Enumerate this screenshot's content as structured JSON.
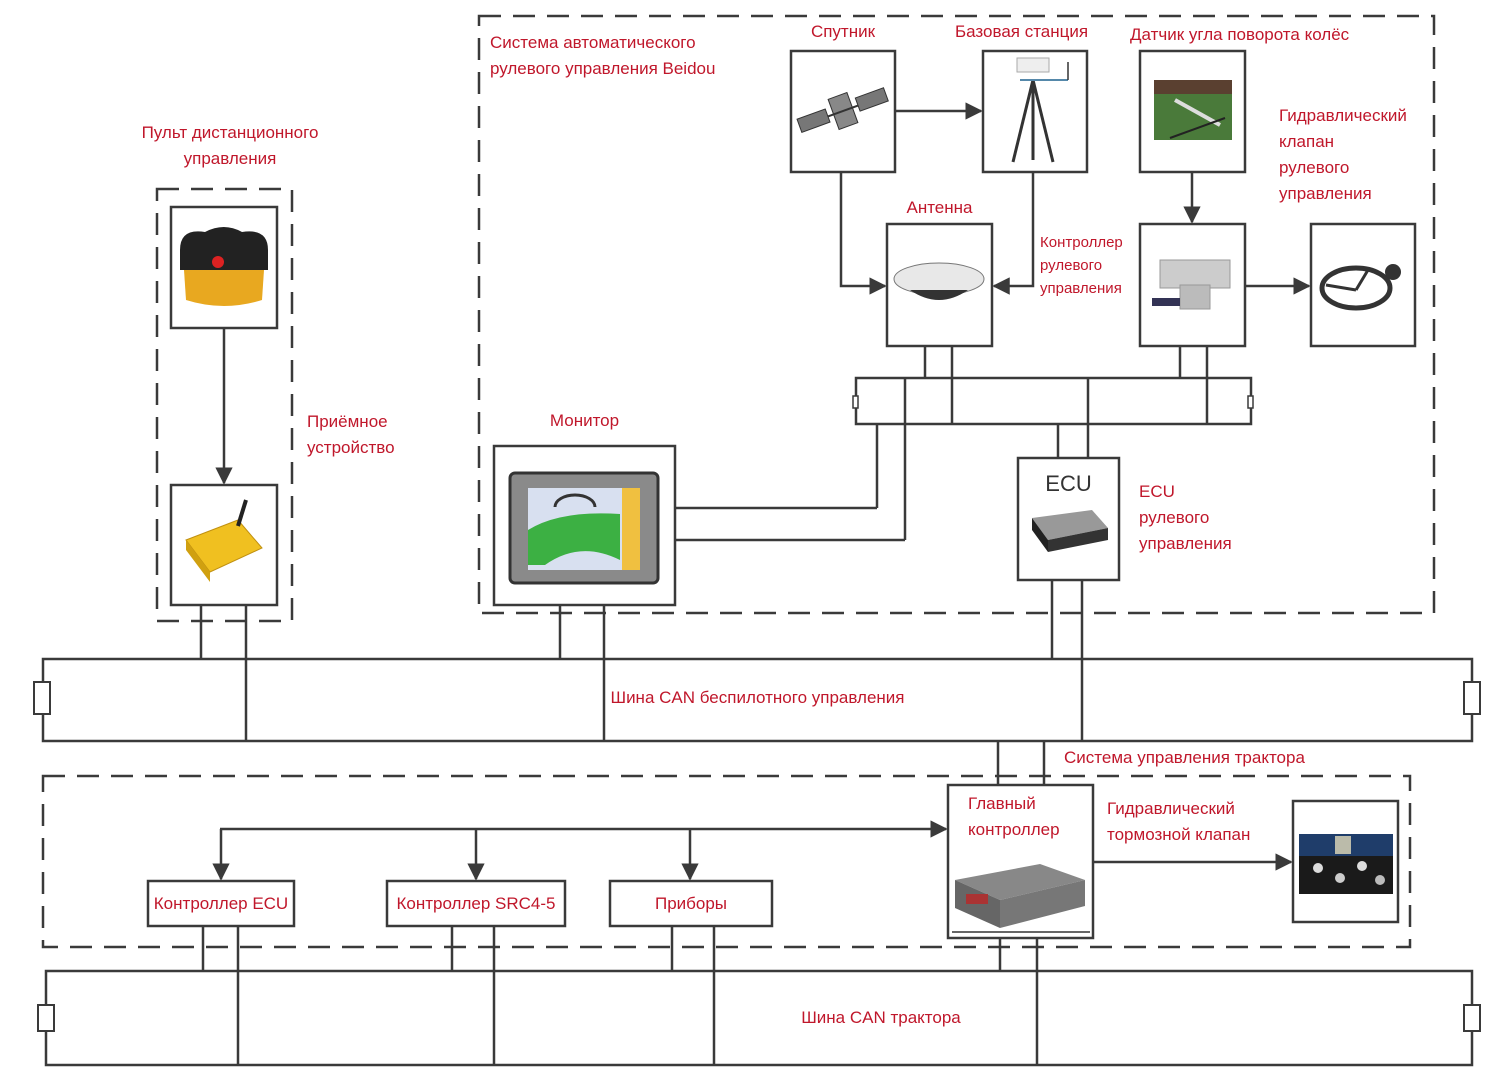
{
  "groups": {
    "beidou_system": "Система автоматического\nрулевого управления Beidou",
    "tractor_control_system": "Система управления трактора",
    "remote_control": "Пульт дистанционного\nуправления"
  },
  "components": {
    "satellite": "Спутник",
    "base_station": "Базовая станция",
    "wheel_angle_sensor": "Датчик угла поворота колёс",
    "antenna": "Антенна",
    "steering_controller": "Контроллер\nрулевого\nуправления",
    "hydraulic_steering_valve": "Гидравлический\nклапан\nрулевого\nуправления",
    "monitor": "Монитор",
    "ecu_box_title": "ECU",
    "steering_ecu": "ECU\nрулевого\nуправления",
    "receiver": "Приёмное\nустройство",
    "main_controller": "Главный\nконтроллер",
    "hydraulic_brake_valve": "Гидравлический\nтормозной клапан",
    "ecu_controller": "Контроллер ECU",
    "src_controller": "Контроллер SRC4-5",
    "instruments": "Приборы"
  },
  "buses": {
    "unmanned_can": "Шина CAN беспилотного управления",
    "tractor_can": "Шина CAN трактора"
  },
  "colors": {
    "label_red": "#c0172b",
    "line_dark": "#3a3a3a"
  }
}
